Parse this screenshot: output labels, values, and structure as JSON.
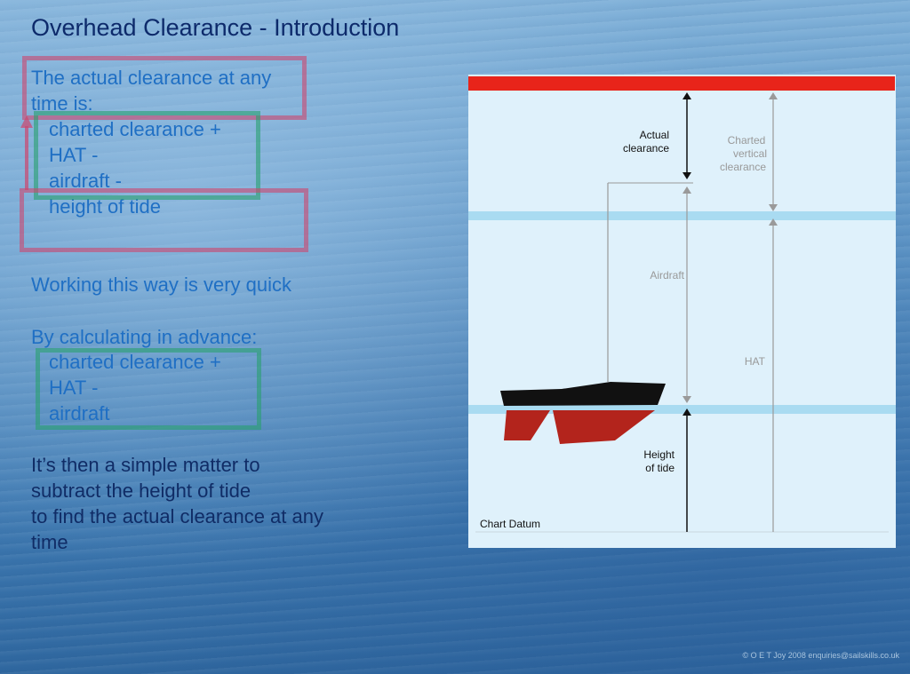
{
  "slide": {
    "title": "Overhead Clearance - Introduction",
    "intro_line1": "The actual clearance at any",
    "intro_line2": "time is:",
    "formula": [
      "charted clearance +",
      "HAT -",
      "airdraft -",
      "height of tide"
    ],
    "quick": "Working this way is very quick",
    "advance": "By calculating in advance:",
    "advance_formula": [
      "charted clearance +",
      "HAT -",
      "airdraft"
    ],
    "conclusion": [
      "It’s then a simple matter to",
      "subtract the height of tide",
      "to find the actual clearance at any",
      "time"
    ],
    "copyright": "© O E T Joy 2008 enquiries@sailskills.co.uk"
  },
  "diagram": {
    "labels": {
      "actual_clearance": [
        "Actual",
        "clearance"
      ],
      "charted_vertical_clearance": [
        "Charted",
        "vertical",
        "clearance"
      ],
      "airdraft": "Airdraft",
      "hat": "HAT",
      "height_of_tide": [
        "Height",
        "of tide"
      ],
      "chart_datum": "Chart Datum"
    },
    "colors": {
      "bridge": "#e8241a",
      "panel": "#dff1fb",
      "water_line": "#a9dbf1",
      "hull": "#111111",
      "keel": "#b3241c"
    }
  }
}
